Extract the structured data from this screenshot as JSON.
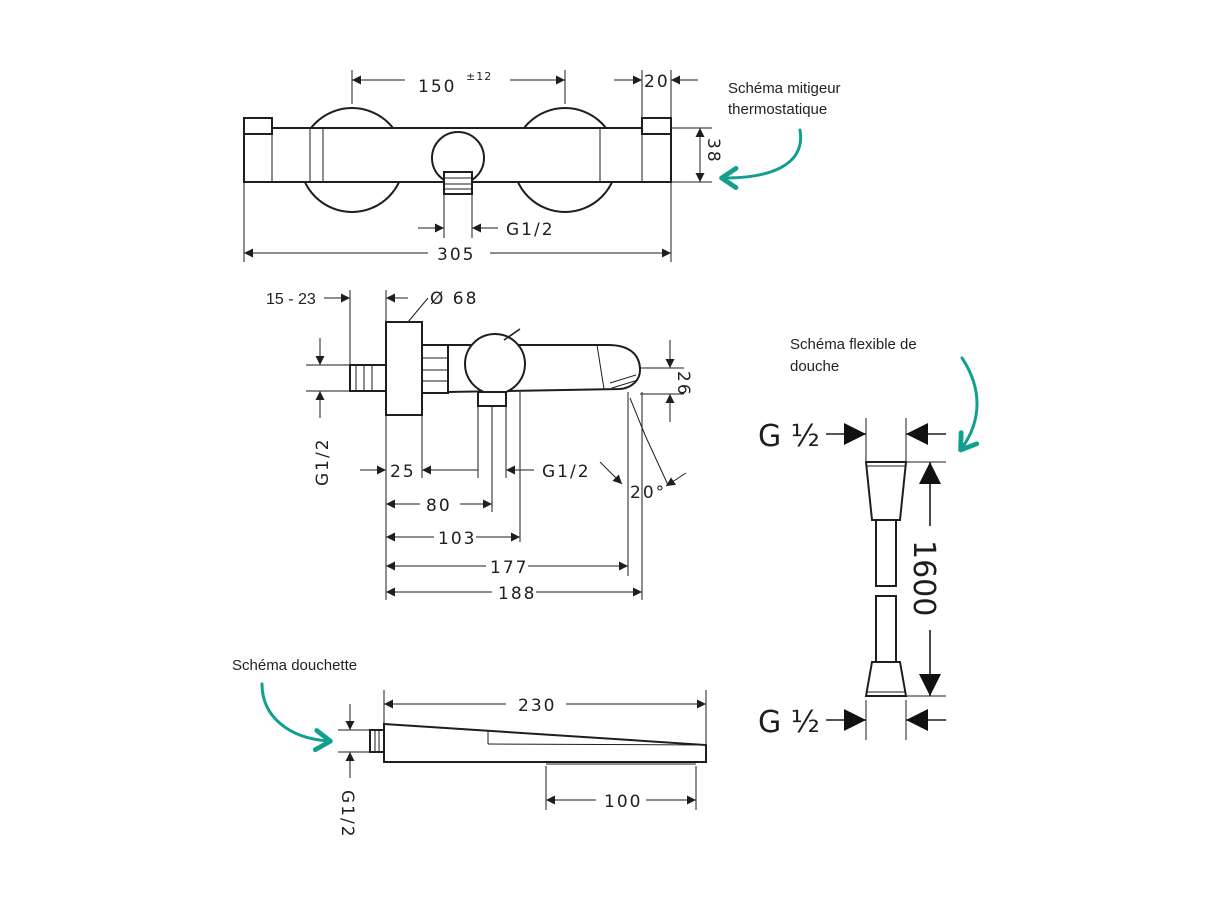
{
  "colors": {
    "line": "#1e1e1e",
    "annotation": "#12a08e",
    "background": "#ffffff"
  },
  "notes": {
    "mixer_line1": "Schéma mitigeur",
    "mixer_line2": "thermostatique",
    "hose_line1": "Schéma flexible de",
    "hose_line2": "douche",
    "shower": "Schéma douchette"
  },
  "mixer_top": {
    "centre_distance": "150",
    "centre_tolerance": "±12",
    "end_width": "20",
    "height": "38",
    "outlet_thread": "G1/2",
    "overall_length": "305"
  },
  "mixer_side": {
    "wall_range": "15 - 23",
    "diameter": "Ø 68",
    "inlet_thread": "G1/2",
    "spout_height": "26",
    "offset_25": "25",
    "outlet_thread": "G1/2",
    "spout_angle": "20°",
    "len_80": "80",
    "len_103": "103",
    "len_177": "177",
    "len_188": "188"
  },
  "hose": {
    "top_thread": "G ½",
    "length": "1600",
    "bottom_thread": "G ½"
  },
  "shower": {
    "length": "230",
    "spray_width": "100",
    "thread": "G1/2"
  }
}
